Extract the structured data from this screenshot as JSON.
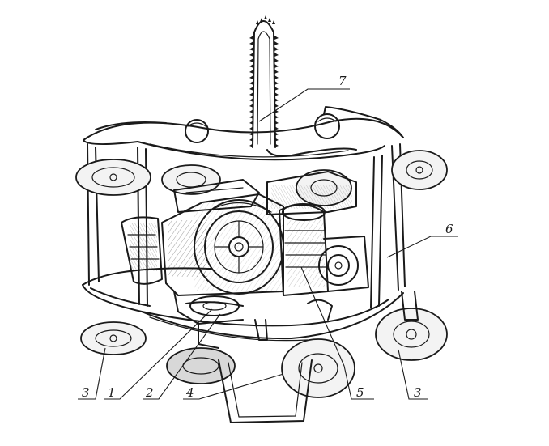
{
  "callouts": [
    {
      "id": "1",
      "label": "1"
    },
    {
      "id": "2",
      "label": "2"
    },
    {
      "id": "3a",
      "label": "3"
    },
    {
      "id": "3b",
      "label": "3"
    },
    {
      "id": "4",
      "label": "4"
    },
    {
      "id": "5",
      "label": "5"
    },
    {
      "id": "6",
      "label": "6"
    },
    {
      "id": "7",
      "label": "7"
    }
  ],
  "colors": {
    "ink": "#1a1a1a",
    "paper": "#ffffff"
  }
}
